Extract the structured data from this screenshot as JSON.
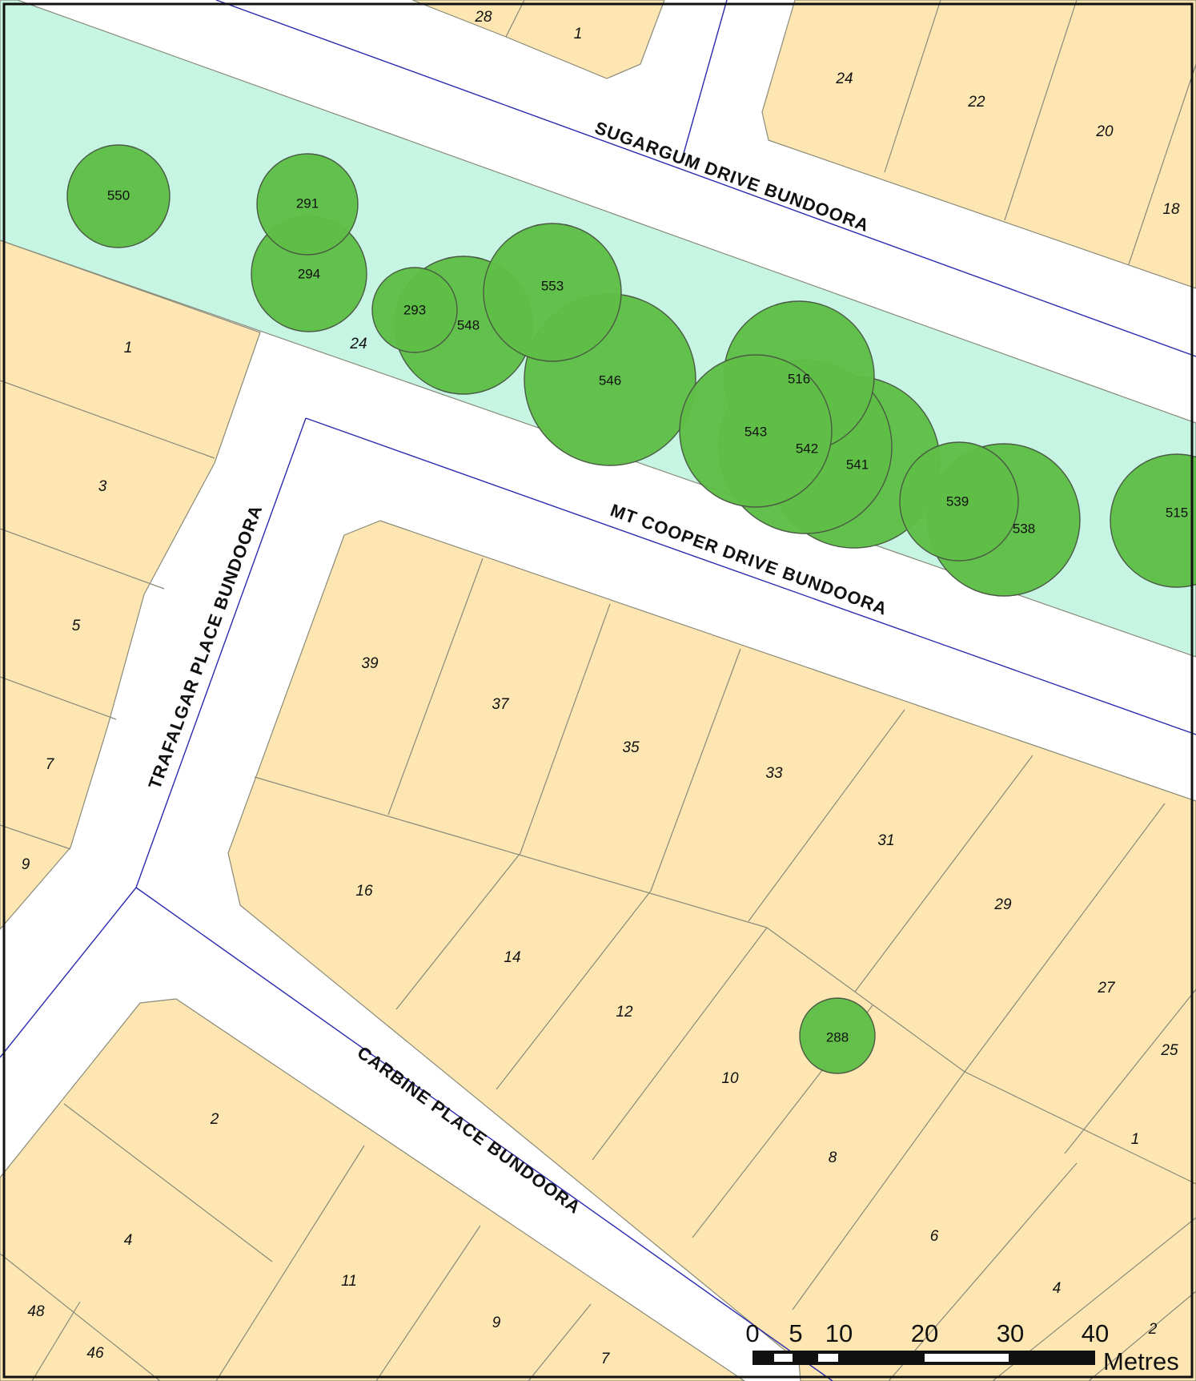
{
  "colors": {
    "parcel": "#fde6b2",
    "reserve": "#c6f5e4",
    "road": "#ffffff",
    "road_centerline": "#2b2bb0",
    "tree": "#5fbe46"
  },
  "streets": {
    "sugargum": "SUGARGUM DRIVE BUNDOORA",
    "mt_cooper": "MT COOPER DRIVE BUNDOORA",
    "trafalgar": "TRAFALGAR PLACE BUNDOORA",
    "carbine": "CARBINE PLACE BUNDOORA"
  },
  "lots": {
    "l28": "28",
    "l1_top": "1",
    "l24_top": "24",
    "l22": "22",
    "l20": "20",
    "l18": "18",
    "l1_left": "1",
    "l24_reserve": "24",
    "l3": "3",
    "l5": "5",
    "l7": "7",
    "l9": "9",
    "l39": "39",
    "l37": "37",
    "l35": "35",
    "l33": "33",
    "l31": "31",
    "l29": "29",
    "l27": "27",
    "l25": "25",
    "l16": "16",
    "l14": "14",
    "l12": "12",
    "l10": "10",
    "l8": "8",
    "l6": "6",
    "l4_right": "4",
    "l2_right": "2",
    "l1_right": "1",
    "l2_left": "2",
    "l4_left": "4",
    "l11": "11",
    "l9_bottom": "9",
    "l7_bottom": "7",
    "l48": "48",
    "l46": "46"
  },
  "trees": {
    "t550": "550",
    "t291": "291",
    "t294": "294",
    "t293": "293",
    "t548": "548",
    "t553": "553",
    "t546": "546",
    "t516": "516",
    "t543": "543",
    "t542": "542",
    "t541": "541",
    "t539": "539",
    "t538": "538",
    "t515": "515",
    "t288": "288"
  },
  "scale_bar": {
    "ticks": [
      "0",
      "5",
      "10",
      "20",
      "30",
      "40"
    ],
    "unit": "Metres"
  }
}
